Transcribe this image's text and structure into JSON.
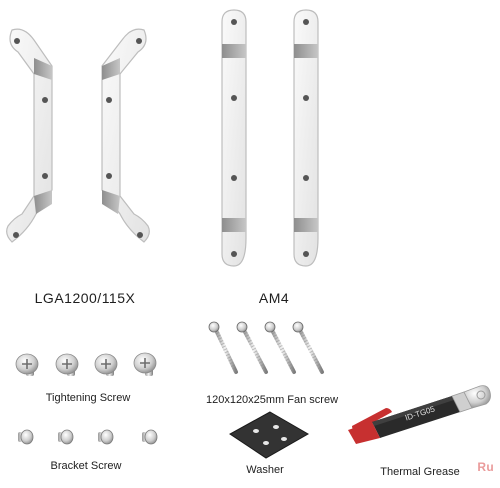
{
  "labels": {
    "lga": "LGA1200/115X",
    "am4": "AM4",
    "tightening": "Tightening Screw",
    "fan_screw": "120x120x25mm Fan screw",
    "bracket": "Bracket Screw",
    "washer": "Washer",
    "thermal": "Thermal Grease",
    "tube_print": "ID-TG05"
  },
  "watermark": "Ru",
  "colors": {
    "metal_light": "#f1f1f1",
    "metal_dark": "#a9a9a9",
    "outline": "#bdbdbd",
    "washer": "#333333",
    "tube_red": "#c73030",
    "tube_black": "#2a2a2a"
  }
}
